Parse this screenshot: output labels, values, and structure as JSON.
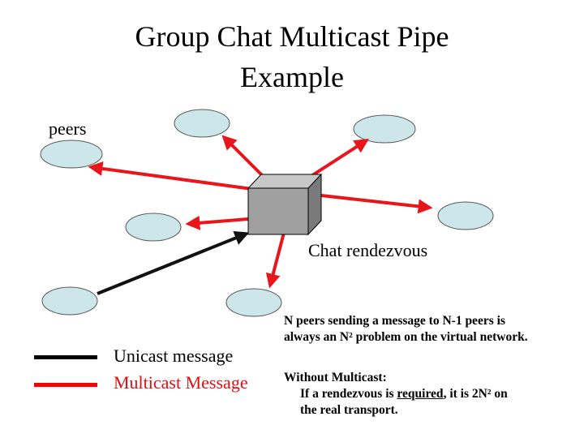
{
  "title": {
    "line1": "Group Chat Multicast Pipe",
    "line2": "Example"
  },
  "labels": {
    "peers": "peers",
    "rendezvous": "Chat rendezvous"
  },
  "legend": {
    "unicast": "Unicast message",
    "multicast": "Multicast Message",
    "unicast_color": "#000000",
    "multicast_color": "#ff0000"
  },
  "colors": {
    "peer_fill": "#cce6ea",
    "hub_fill": "#a0a0a0",
    "arrow_red": "#e8151b",
    "arrow_black": "#111111"
  },
  "notes": {
    "note1_line1": "N peers sending a message to N-1 peers is",
    "note1_line2": "always an N² problem on the virtual network.",
    "note2_line1": "Without Multicast:",
    "note2_line2a": "If a rendezvous is ",
    "note2_required": "required",
    "note2_line2b": ", it is 2N² on",
    "note2_line3": "the real transport."
  }
}
